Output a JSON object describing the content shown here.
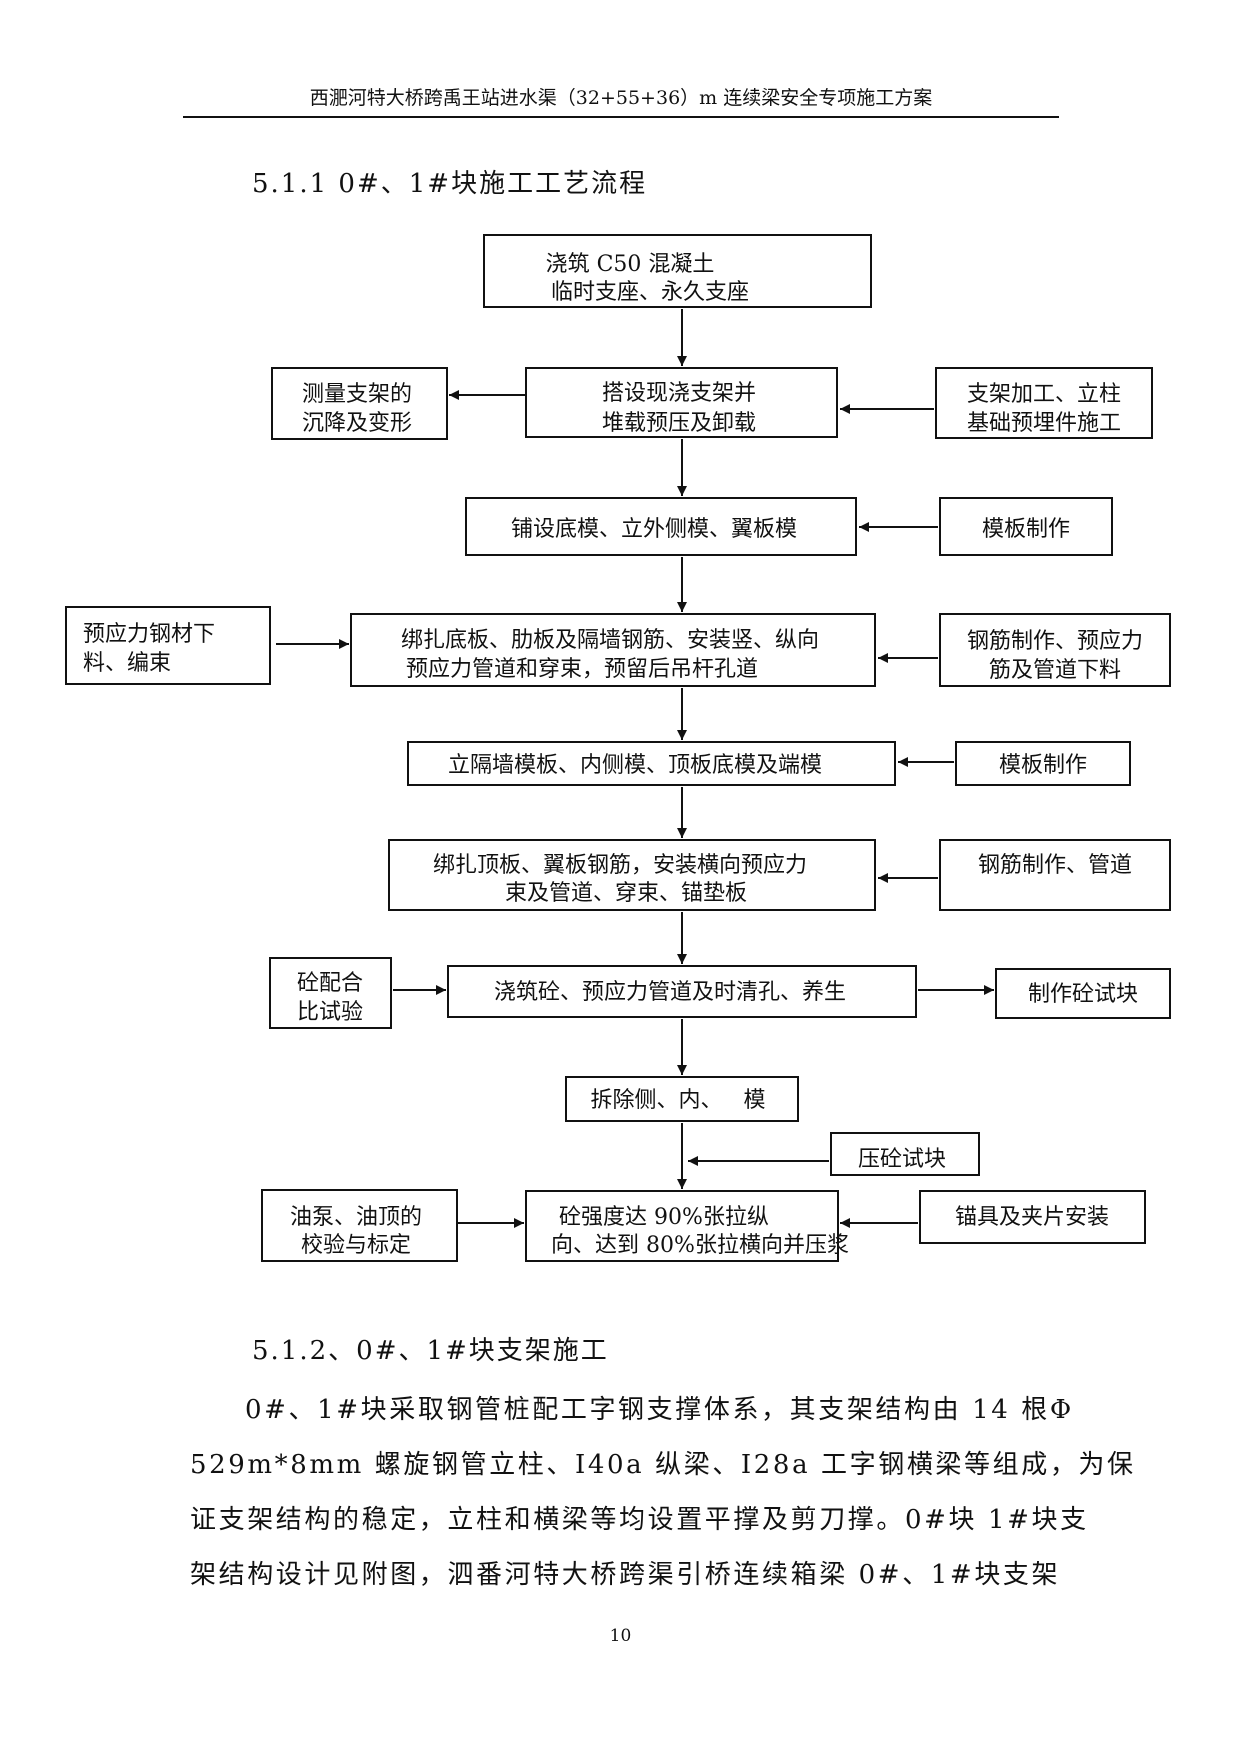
{
  "header": {
    "title": "西淝河特大桥跨禹王站进水渠（32+55+36）m 连续梁安全专项施工方案"
  },
  "section_1": {
    "heading": "5.1.1  0#、1#块施工工艺流程"
  },
  "flowchart": {
    "main": [
      {
        "lines": [
          "浇筑 C50 混凝土",
          "临时支座、永久支座"
        ]
      },
      {
        "lines": [
          "搭设现浇支架并",
          "堆载预压及卸载"
        ]
      },
      {
        "lines": [
          "铺设底模、立外侧模、翼板模"
        ]
      },
      {
        "lines": [
          "绑扎底板、肋板及隔墙钢筋、安装竖、纵向",
          "预应力管道和穿束，预留后吊杆孔道"
        ]
      },
      {
        "lines": [
          "立隔墙模板、内侧模、顶板底模及端模"
        ]
      },
      {
        "lines": [
          "绑扎顶板、翼板钢筋，安装横向预应力",
          "束及管道、穿束、锚垫板"
        ]
      },
      {
        "lines": [
          "浇筑砼、预应力管道及时清孔、养生"
        ]
      },
      {
        "lines": [
          "拆除侧、内、   模"
        ]
      },
      {
        "lines": [
          "砼强度达 90%张拉纵",
          "向、达到 80%张拉横向并压浆"
        ]
      }
    ],
    "left": [
      {
        "lines": [
          "测量支架的",
          "沉降及变形"
        ]
      },
      {
        "lines": [
          "预应力钢材下",
          "料、编束"
        ]
      },
      {
        "lines": [
          "砼配合",
          "比试验"
        ]
      },
      {
        "lines": [
          "油泵、油顶的",
          "校验与标定"
        ]
      }
    ],
    "right": [
      {
        "lines": [
          "支架加工、立柱",
          "基础预埋件施工"
        ]
      },
      {
        "lines": [
          "模板制作"
        ]
      },
      {
        "lines": [
          "钢筋制作、预应力",
          "筋及管道下料"
        ]
      },
      {
        "lines": [
          "模板制作"
        ]
      },
      {
        "lines": [
          "钢筋制作、管道"
        ]
      },
      {
        "lines": [
          "制作砼试块"
        ]
      },
      {
        "lines": [
          "压砼试块"
        ]
      },
      {
        "lines": [
          "锚具及夹片安装"
        ]
      }
    ]
  },
  "section_2": {
    "heading": "5.1.2、0#、1#块支架施工",
    "paragraph_lines": [
      "0#、1#块采取钢管桩配工字钢支撑体系，其支架结构由 14 根Φ",
      "529m*8mm 螺旋钢管立柱、I40a 纵梁、I28a 工字钢横梁等组成，为保",
      "证支架结构的稳定，立柱和横梁等均设置平撑及剪刀撑。0#块 1#块支",
      "架结构设计见附图，泗番河特大桥跨渠引桥连续箱梁 0#、1#块支架"
    ]
  },
  "page_number": "10"
}
